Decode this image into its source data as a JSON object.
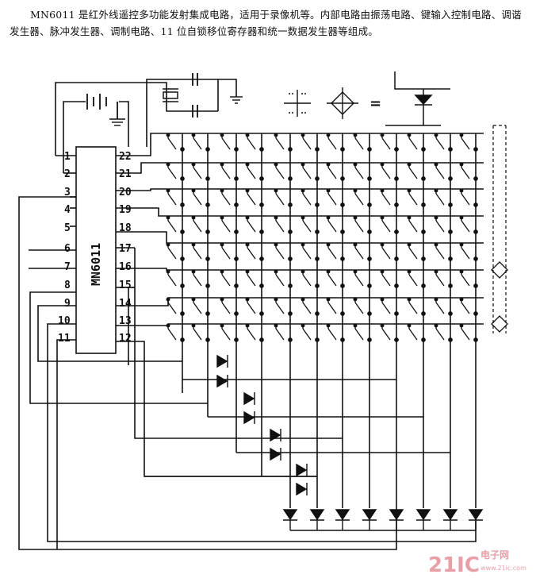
{
  "description": "MN6011 是红外线遥控多功能发射集成电路，适用于录像机等。内部电路由振荡电路、键输入控制电路、调谐发生器、脉冲发生器、调制电路、11 位自锁移位寄存器和统一数据发生器等组成。",
  "chip": {
    "name": "MN6011",
    "left_pins": [
      "1",
      "2",
      "3",
      "4",
      "5",
      "6",
      "7",
      "8",
      "9",
      "10",
      "11"
    ],
    "right_pins": [
      "22",
      "21",
      "20",
      "19",
      "18",
      "17",
      "16",
      "15",
      "14",
      "13",
      "12"
    ]
  },
  "legend": {
    "equals": "="
  },
  "watermark": {
    "brand": "21IC",
    "cn": "电子网",
    "url": "www.21ic.com"
  },
  "colors": {
    "ink": "#111111",
    "watermark": "#e8a0a8"
  },
  "icons": [
    "battery-icon",
    "crystal-icon",
    "capacitor-icon",
    "ground-icon",
    "key-switch-icon",
    "diode-icon",
    "led-icon"
  ]
}
